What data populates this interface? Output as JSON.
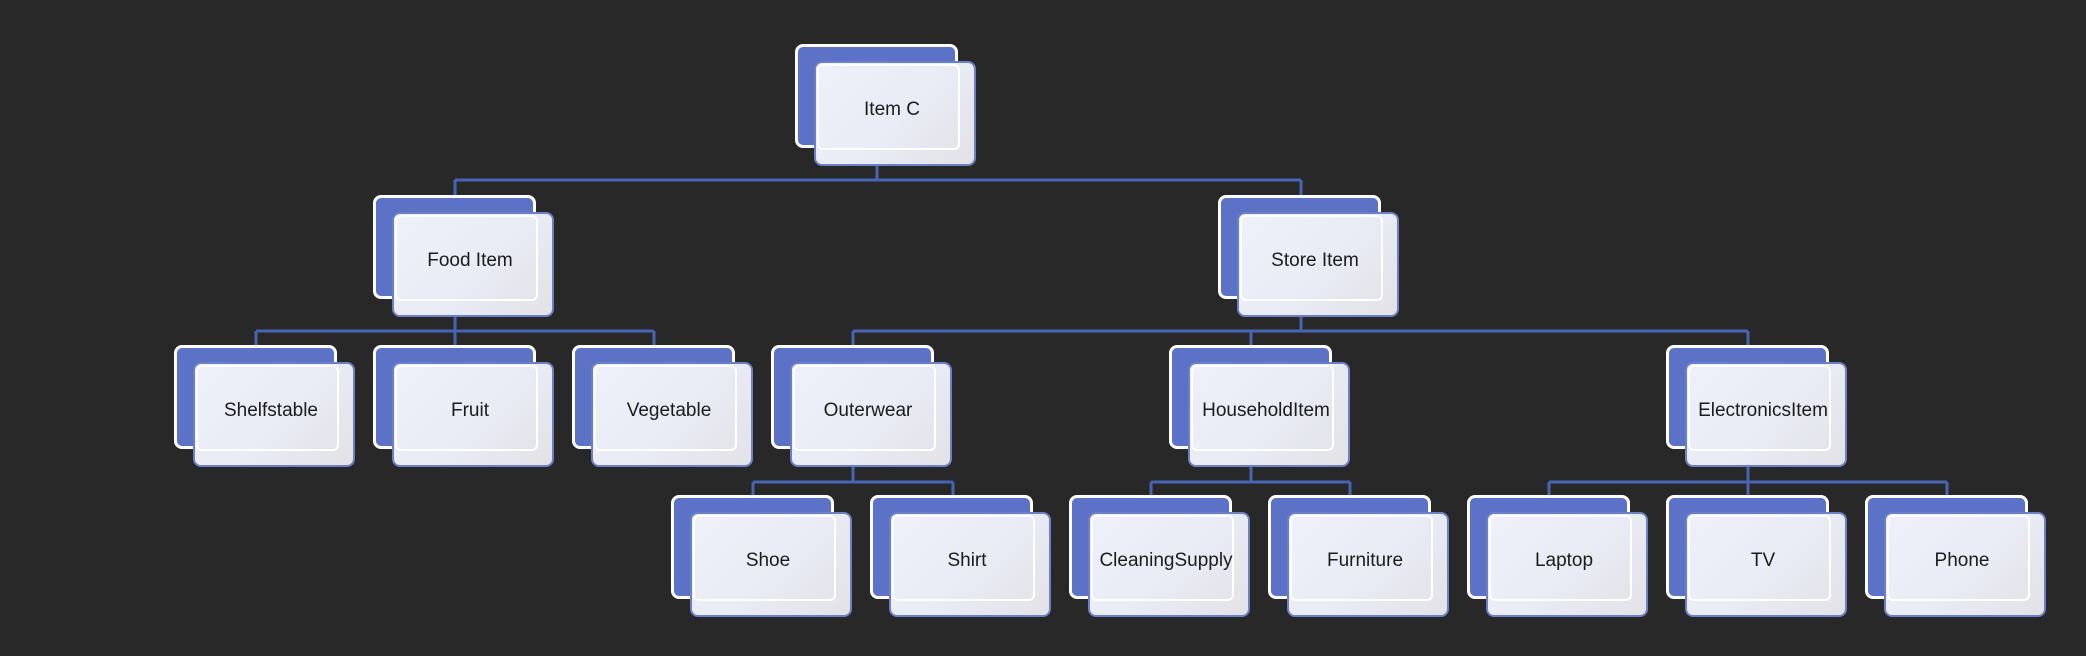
{
  "diagram": {
    "nodes": {
      "item_c": "Item C",
      "food_item": "Food Item",
      "store_item": "Store Item",
      "shelfstable": "Shelfstable",
      "fruit": "Fruit",
      "vegetable": "Vegetable",
      "outerwear": "Outerwear",
      "household_item": "HouseholdItem",
      "electronics_item": "ElectronicsItem",
      "shoe": "Shoe",
      "shirt": "Shirt",
      "cleaning_supply": "CleaningSupply",
      "furniture": "Furniture",
      "laptop": "Laptop",
      "tv": "TV",
      "phone": "Phone"
    },
    "hierarchy": {
      "item_c": [
        "food_item",
        "store_item"
      ],
      "food_item": [
        "shelfstable",
        "fruit",
        "vegetable"
      ],
      "store_item": [
        "outerwear",
        "household_item",
        "electronics_item"
      ],
      "outerwear": [
        "shoe",
        "shirt"
      ],
      "household_item": [
        "cleaning_supply",
        "furniture"
      ],
      "electronics_item": [
        "laptop",
        "tv",
        "phone"
      ]
    },
    "colors": {
      "background": "#282828",
      "node_back": "#5b72c6",
      "node_front": "#eceef8",
      "connector": "#4a64b4"
    }
  }
}
